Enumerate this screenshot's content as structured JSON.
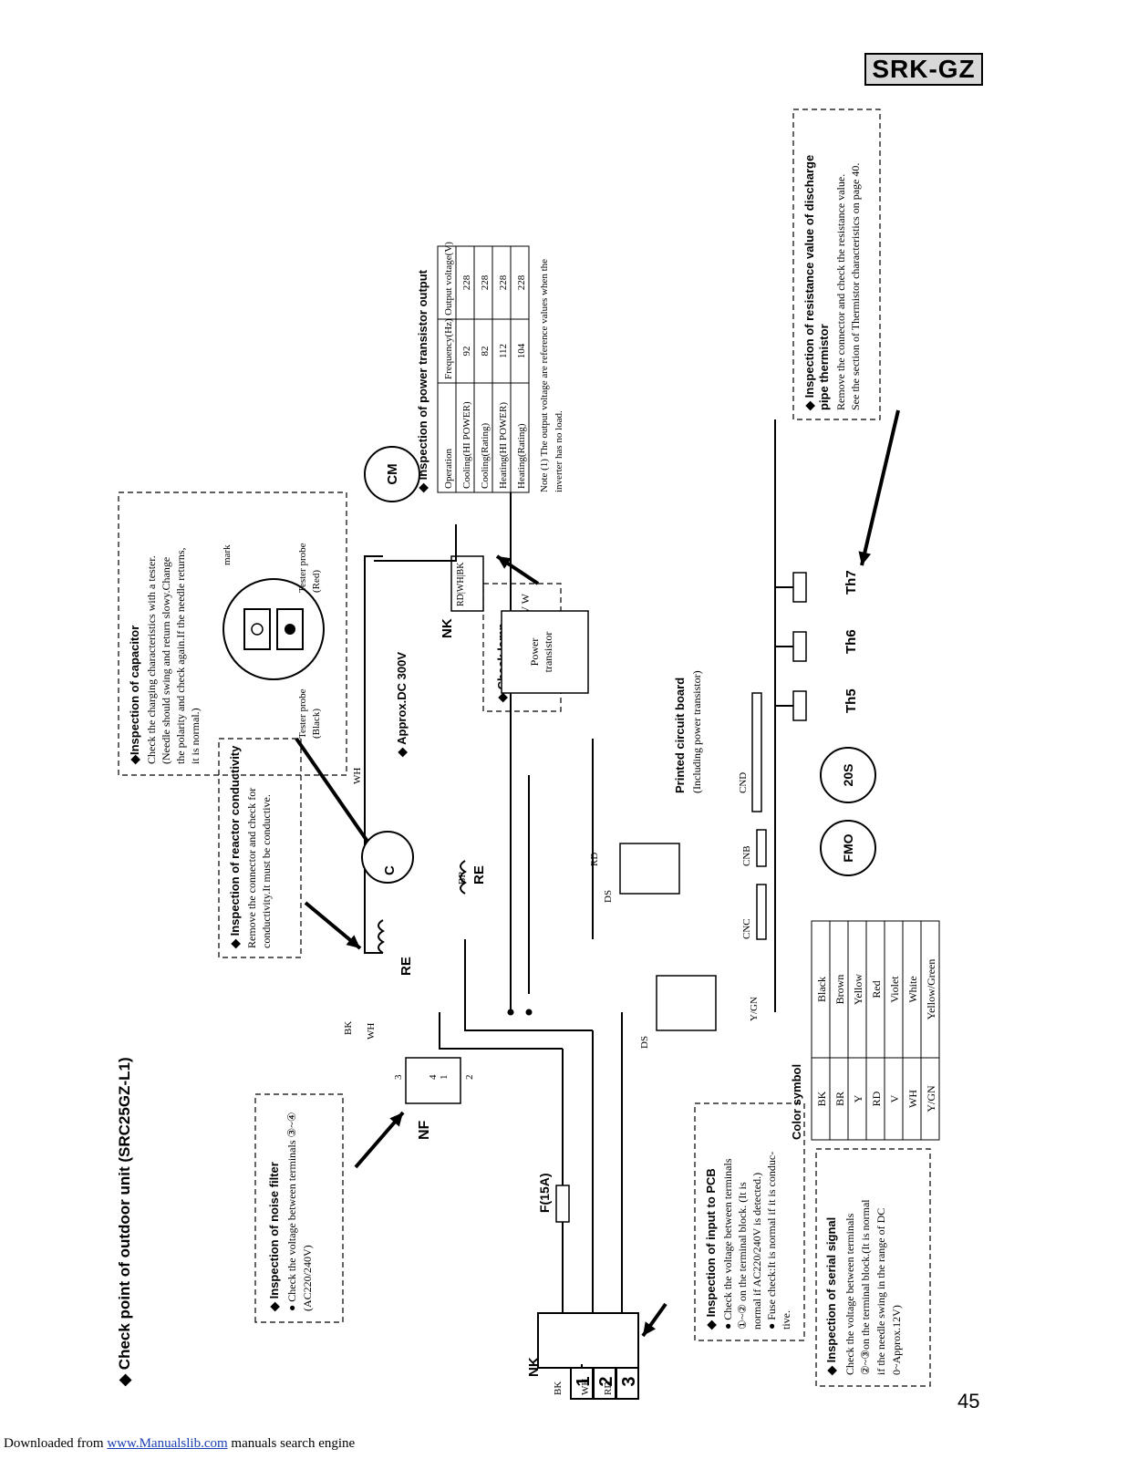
{
  "header": {
    "model_badge": "SRK-GZ"
  },
  "page": {
    "number": "45"
  },
  "footer": {
    "prefix": "Downloaded from ",
    "link": "www.Manualslib.com",
    "suffix": " manuals search engine"
  },
  "title": "◆ Check point of outdoor unit (SRC25GZ-L1)",
  "noise_filter": {
    "title": "◆ Inspection of noise filter",
    "lines": [
      "● Check the voltage between terminals ③~④",
      "(AC220/240V)"
    ]
  },
  "reactor": {
    "title": "◆ Inspection of reactor conductivity",
    "lines": [
      "Remove the connector and check for",
      "conductivity.It must be conductive."
    ]
  },
  "capacitor": {
    "title": "◆Inspection of capacitor",
    "lines": [
      "Check the charging characteristics with a tester.",
      "(Needle should swing and return slowy.Change",
      "the polarity and check again.If the needle returns,",
      "it is normal.)"
    ],
    "probe_black": [
      "Tester probe",
      "(Black)"
    ],
    "probe_red": [
      "Tester probe",
      "(Red)"
    ],
    "mark": "mark"
  },
  "dc300": "◆ Approx.DC 300V",
  "check_lamp": "◆ Check lamp",
  "power_transistor_output": {
    "title": "◆ Inspection of power transistor output",
    "headers": [
      "Operation",
      "Frequency(Hz)",
      "Output voltage(V)"
    ],
    "rows": [
      [
        "Cooling(HI POWER)",
        "92",
        "228"
      ],
      [
        "Cooling(Rating)",
        "82",
        "228"
      ],
      [
        "Heating(HI POWER)",
        "112",
        "228"
      ],
      [
        "Heating(Rating)",
        "104",
        "228"
      ]
    ],
    "note": [
      "Note (1) The output voltage are reference values when the",
      "inverter has no load."
    ]
  },
  "discharge": {
    "title": [
      "◆ Inspection of resistance value of discharge",
      "pipe thermistor"
    ],
    "lines": [
      "Remove the connector and check the resistance value.",
      "See the section of Thermistor characteristics on page 40."
    ]
  },
  "pcb_input": {
    "title": "◆ Inspection of input to PCB",
    "lines": [
      "● Check the voltage between terminals",
      "①~② on the terminal block. (It is",
      "normal if AC220/240V is detected.)",
      "● Fuse check:It is normal if it is conduc-",
      "tive."
    ]
  },
  "serial": {
    "title": "◆ Inspection of serial signal",
    "lines": [
      "Check the voltage between terminals",
      "②~③on the terminal block.(It is normal",
      "if the needle swing in the range of DC",
      "0~Approx.12V)"
    ]
  },
  "color_symbol": {
    "title": "Color symbol",
    "rows": [
      [
        "BK",
        "Black"
      ],
      [
        "BR",
        "Brown"
      ],
      [
        "Y",
        "Yellow"
      ],
      [
        "RD",
        "Red"
      ],
      [
        "V",
        "Violet"
      ],
      [
        "WH",
        "White"
      ],
      [
        "Y/GN",
        "Yellow/Green"
      ]
    ]
  },
  "labels": {
    "terminals": [
      "1",
      "2",
      "3"
    ],
    "wires_tb": [
      "BK",
      "WH",
      "RD"
    ],
    "nk": "NK",
    "fuse": "F(15A)",
    "nf": "NF",
    "nf_pins": [
      "1",
      "2",
      "3",
      "4"
    ],
    "re": "RE",
    "c": "C",
    "cm": "CM",
    "rl": "RL",
    "fmo": "FMO",
    "s20": "20S",
    "ds": "DS",
    "cnd": "CND",
    "cnb": "CNB",
    "cnc": "CNC",
    "th": [
      "Th5",
      "Th6",
      "Th7"
    ],
    "pcb": "Printed circuit board",
    "pcb_sub": "(Including power transistor)",
    "pt": [
      "Power",
      "transistor"
    ],
    "uvw": [
      "U",
      "V",
      "W"
    ],
    "nk_wires": [
      "RD",
      "WH",
      "BK"
    ],
    "wh": "WH",
    "bk": "BK",
    "rd": "RD",
    "br": "BR",
    "v": "V",
    "ygn": "Y/GN"
  }
}
